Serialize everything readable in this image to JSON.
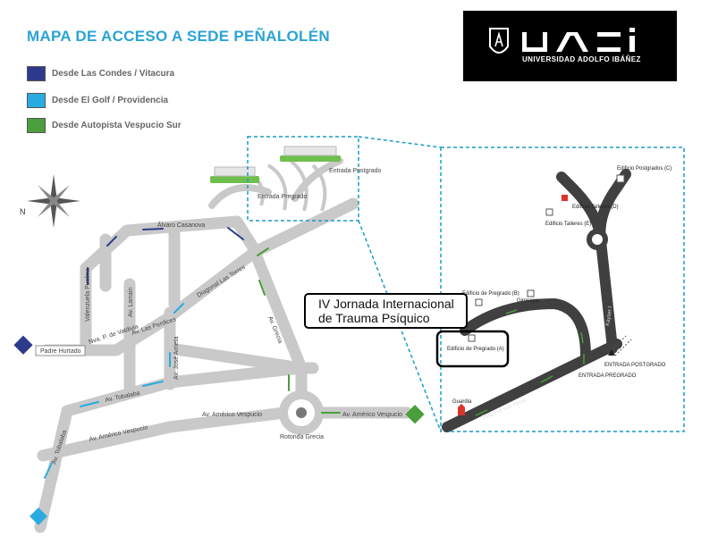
{
  "title": "MAPA DE ACCESO A SEDE PEÑALOLÉN",
  "legend": [
    {
      "label": "Desde Las Condes / Vitacura",
      "color": "#2e3a8c"
    },
    {
      "label": "Desde El Golf / Providencia",
      "color": "#29abe2"
    },
    {
      "label": "Desde Autopista Vespucio Sur",
      "color": "#4a9e3c"
    }
  ],
  "logo": {
    "acronym": "UAI",
    "name": "UNIVERSIDAD ADOLFO IBÁÑEZ"
  },
  "compass": {
    "north": "N"
  },
  "streets": {
    "alvaro_casanova": "Álvaro Casanova",
    "diagonal_las_torres": "Diagonal Las Torres",
    "valenzuela_puelma": "Valenzuela Puelma",
    "av_larrain": "Av. Larraín",
    "nva_p_de_valdivia": "Nva. P. de Valdivia",
    "av_las_perdices": "Av. Las Perdices",
    "padre_hurtado": "Padre Hurtado",
    "av_jose_arrieta": "Av. José Arrieta",
    "av_grecia": "Av. Grecia",
    "av_tobalaba": "Av. Tobalaba",
    "av_americo_vespucio": "Av. Américo Vespucio",
    "rotonda_grecia": "Rotonda Grecia",
    "kayser": "Kayser I",
    "entrada_pregrado": "Entrada Pregrado",
    "entrada_postgrado": "Entrada Postgrado"
  },
  "campus": {
    "edificio_postgrados_c": "Edificio Postgrados (C)",
    "edificio_talleres_d": "Edificio Talleres (D)",
    "edificio_talleres_e": "Edificio Talleres (E)",
    "edificio_pregrado_b": "Edificio de Pregrado (B)",
    "gimnasio": "Gimnasio",
    "edificio_pregrado_a": "Edificio de Pregrado (A)",
    "guardia": "Guardia",
    "entrada_pregrado": "ENTRADA PREGRADO",
    "entrada_postgrado": "ENTRADA POSTGRADO",
    "kayser": "Kayser I",
    "diagonal_las_torres": "Diagonal Las Torres"
  },
  "callout": {
    "line1": "IV Jornada Internacional",
    "line2": "de Trauma Psíquico"
  },
  "colors": {
    "road_main": "#c9c9c9",
    "road_campus": "#404040",
    "dashed": "#1a9cc8",
    "route_dark": "#2e3a8c",
    "route_light": "#29abe2",
    "route_green": "#4a9e3c"
  }
}
